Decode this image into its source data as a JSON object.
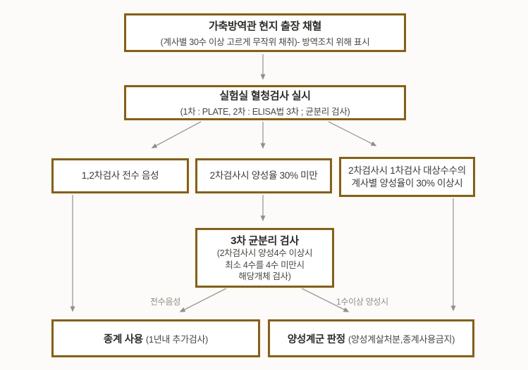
{
  "colors": {
    "box_border": "#8c5e0f",
    "arrow": "#999999",
    "title_text": "#2e2c29",
    "body_text": "#4a4742",
    "edge_label_text": "#918d85",
    "background": "#fcfbf9",
    "box_fill": "#ffffff"
  },
  "flowchart": {
    "top_box": {
      "title": "가축방역관 현지 출장 채혈",
      "subtitle": "(계사별 30수 이상 고르게 무작위 채취)- 방역조치 위해 표시"
    },
    "lab_box": {
      "title": "실험실 혈청검사 실시",
      "subtitle": "(1차 : PLATE, 2차 : ELISA법 3차 ; 균분리 검사)"
    },
    "branch_left": {
      "label": "1,2차검사 전수 음성"
    },
    "branch_middle": {
      "label": "2차검사시 양성율 30% 미만"
    },
    "branch_right": {
      "line1": "2차검사시 1차검사 대상수수의",
      "line2": "계사별 양성율이 30% 이상시"
    },
    "third_box": {
      "title": "3차 균분리 검사",
      "subtitle_line1": "(2차검사시 양성4수 이상시",
      "subtitle_line2": "최소 4수를 4수 미만시",
      "subtitle_line3": "해당개체 검사)"
    },
    "edge_labels": {
      "all_negative": "전수음성",
      "one_or_more_positive": "1수이상 양성시"
    },
    "result_left": {
      "title": "종계 사용",
      "subtitle": "(1년내 추가검사)"
    },
    "result_right": {
      "title": "양성계군 판정",
      "subtitle": "(양성계살처분,종계사용금지)"
    }
  }
}
